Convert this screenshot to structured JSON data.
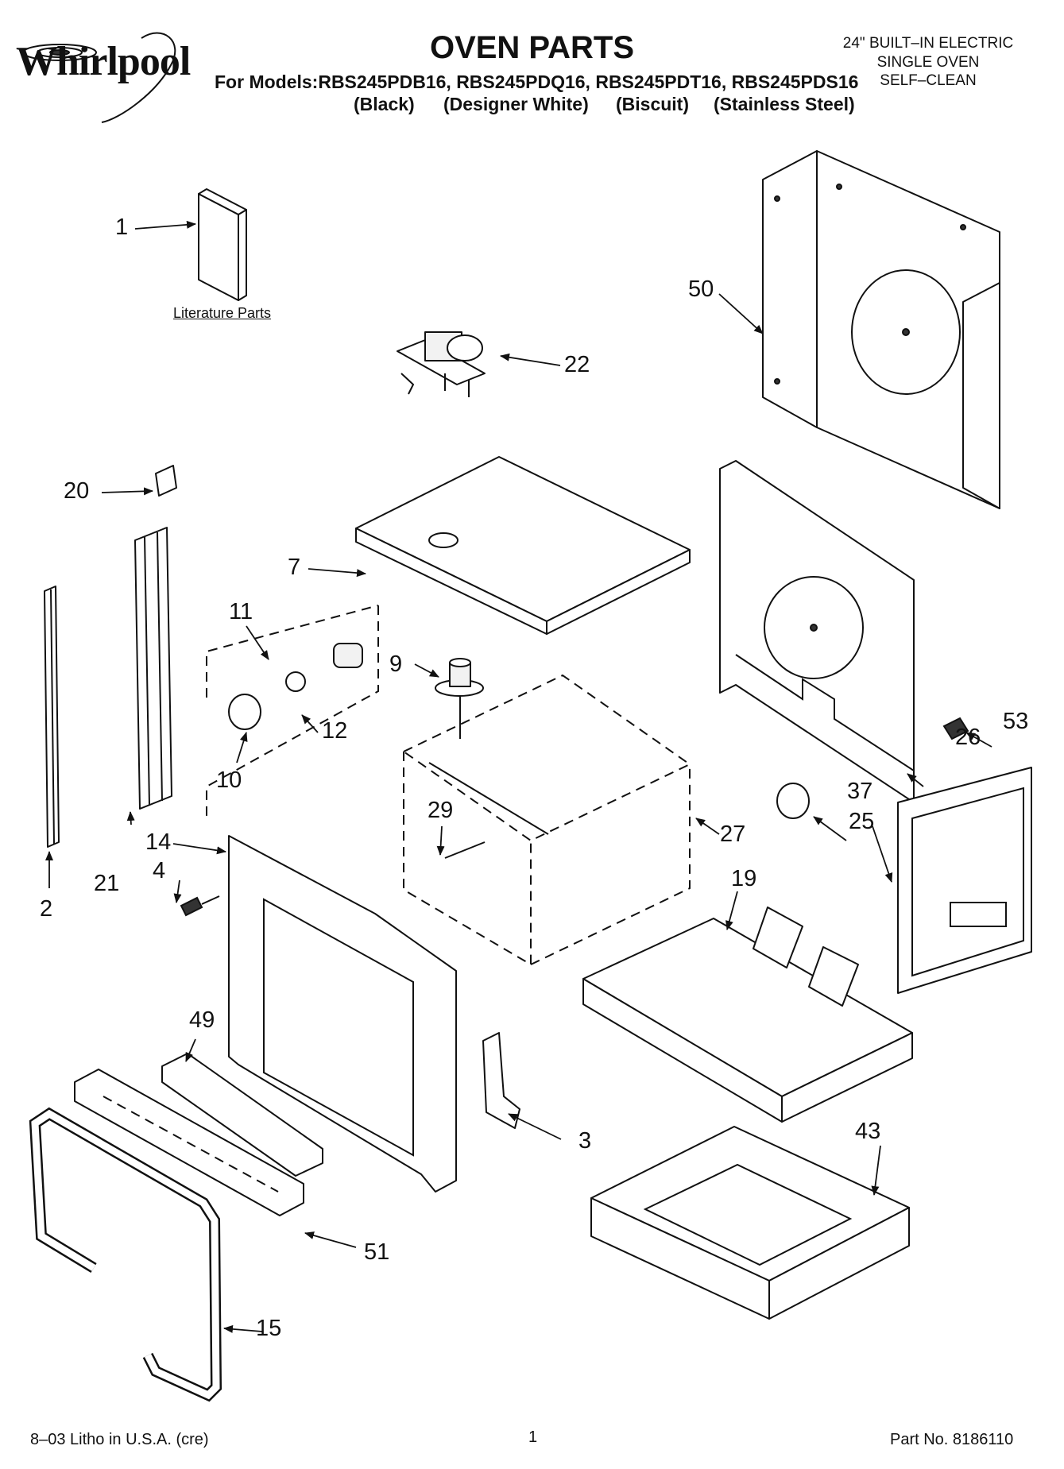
{
  "header": {
    "brand": "Whirlpool",
    "title": "OVEN PARTS",
    "models_line": "For Models:RBS245PDB16, RBS245PDQ16, RBS245PDT16, RBS245PDS16",
    "variants": [
      "(Black)",
      "(Designer White)",
      "(Biscuit)",
      "(Stainless Steel)"
    ],
    "product_type": [
      "24\" BUILT–IN ELECTRIC",
      "SINGLE OVEN",
      "SELF–CLEAN"
    ]
  },
  "diagram": {
    "literature_label": "Literature Parts",
    "callouts": {
      "c1": "1",
      "c2": "2",
      "c3": "3",
      "c4": "4",
      "c7": "7",
      "c9": "9",
      "c10": "10",
      "c11": "11",
      "c12": "12",
      "c14": "14",
      "c15": "15",
      "c19": "19",
      "c20": "20",
      "c21": "21",
      "c22": "22",
      "c25": "25",
      "c26": "26",
      "c27": "27",
      "c29": "29",
      "c37": "37",
      "c43": "43",
      "c49": "49",
      "c50": "50",
      "c51": "51",
      "c53": "53"
    }
  },
  "footer": {
    "left": "8–03 Litho in U.S.A. (cre)",
    "page": "1",
    "right": "Part No. 8186110"
  }
}
